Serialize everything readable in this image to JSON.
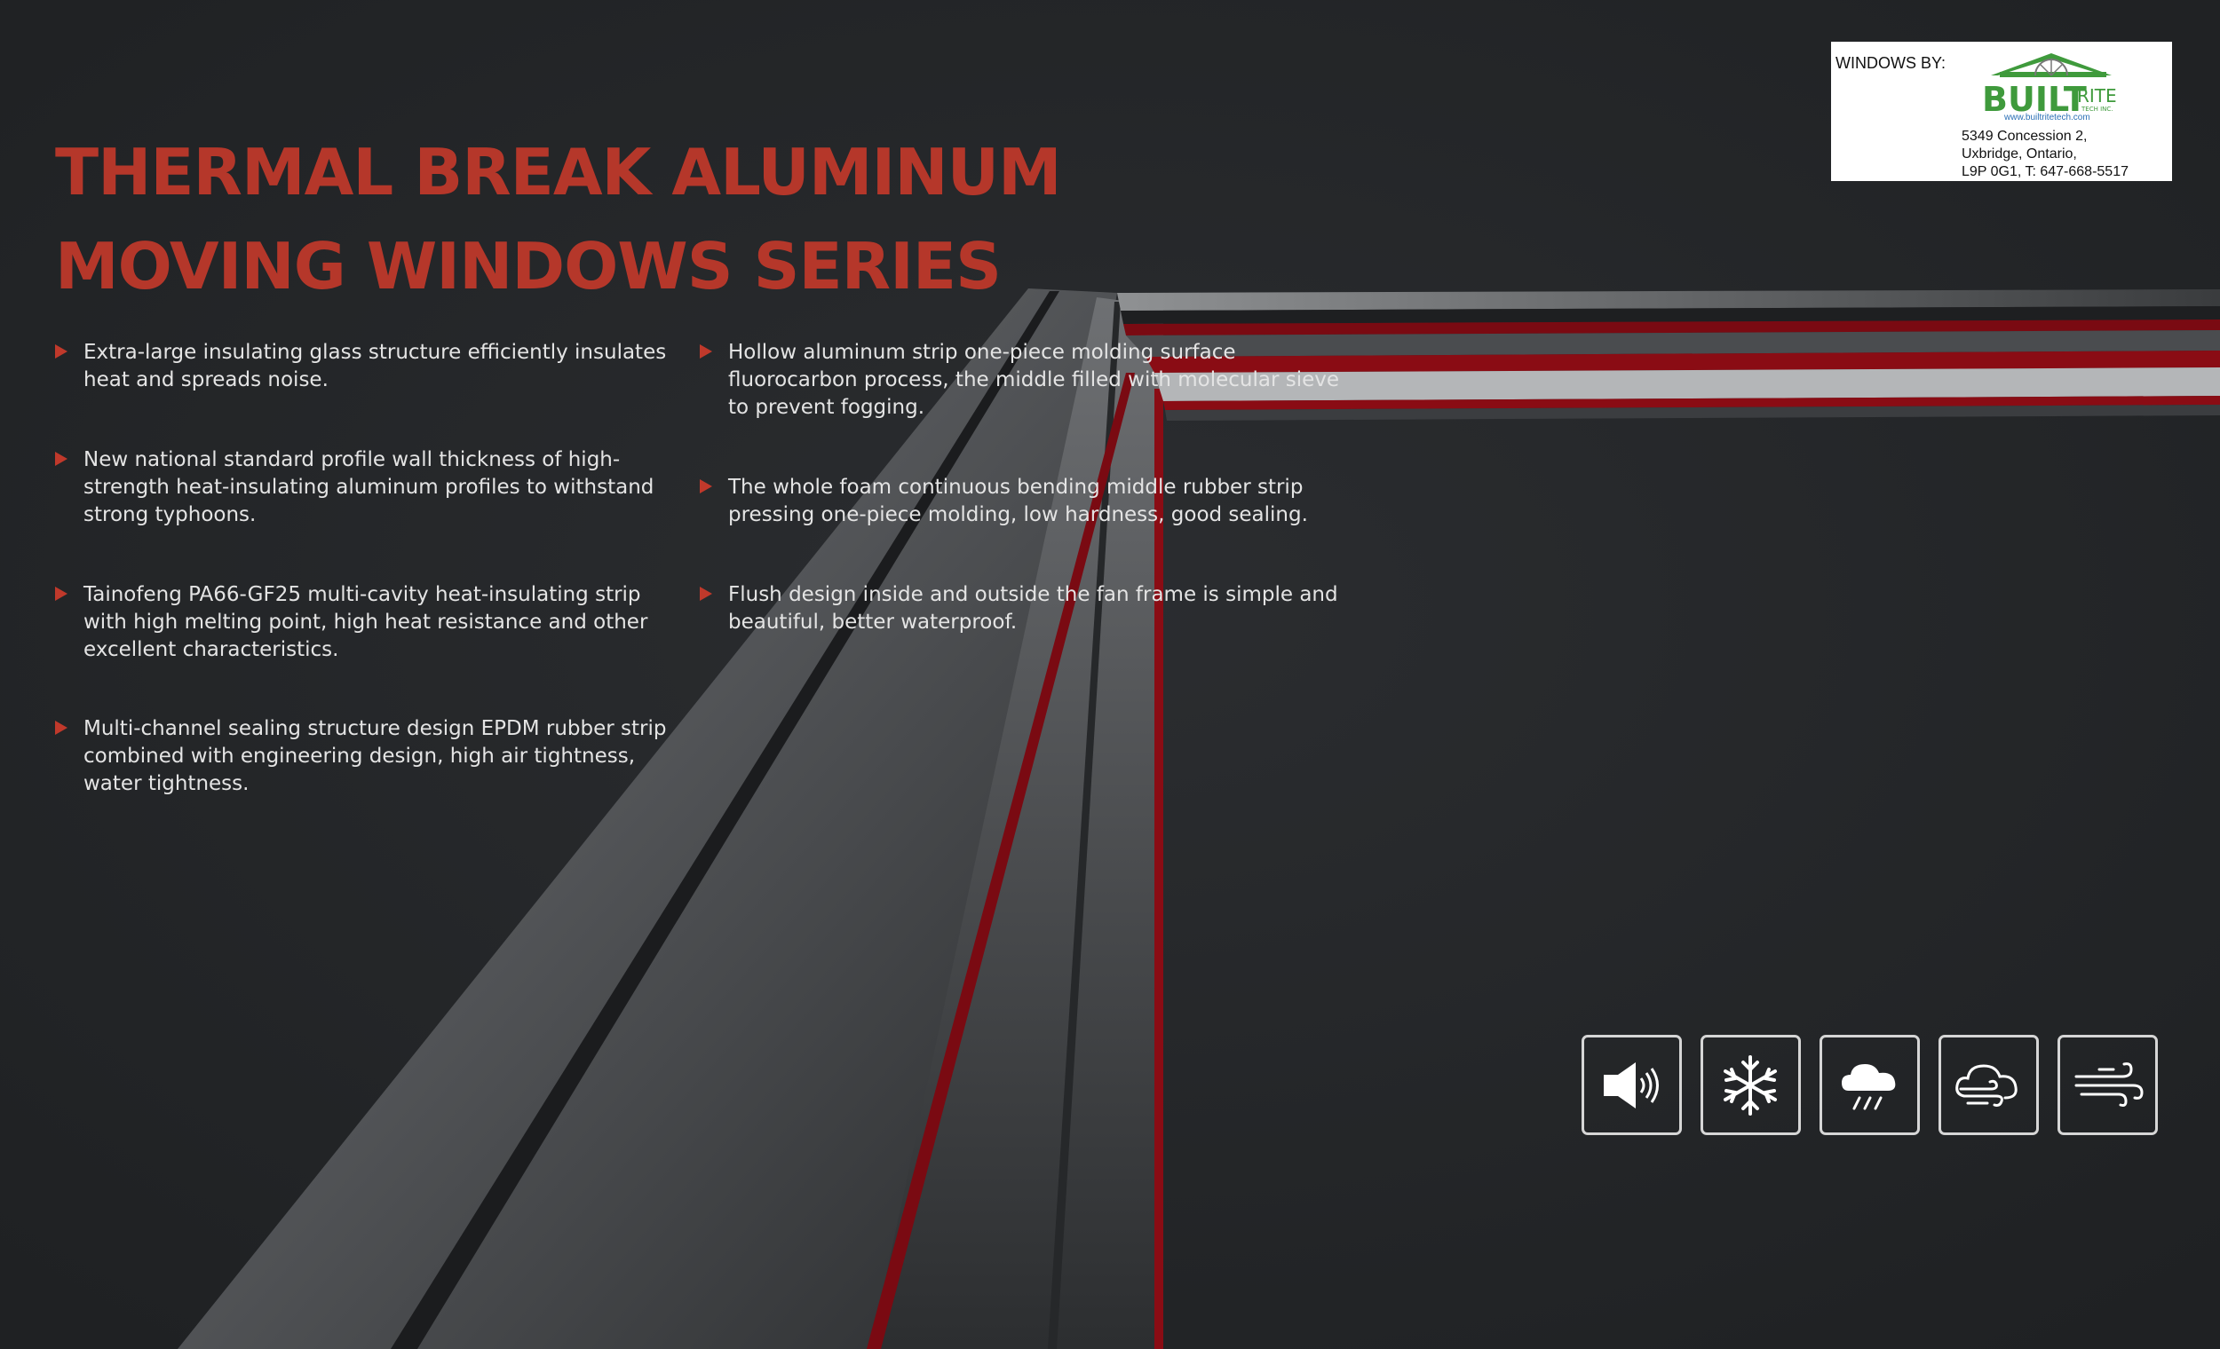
{
  "header": {
    "title_line1": "THERMAL BREAK ALUMINUM",
    "title_line2": "MOVING WINDOWS SERIES"
  },
  "features_left": [
    {
      "text": "Extra-large insulating glass structure efficiently insulates heat and spreads noise."
    },
    {
      "text": "New national standard profile wall thickness of high-strength heat-insulating aluminum profiles to withstand strong typhoons."
    },
    {
      "text": "Tainofeng PA66-GF25 multi-cavity heat-insulating strip with high melting point, high heat resistance and other excellent characteristics."
    },
    {
      "text": "Multi-channel sealing structure design EPDM rubber strip combined with engineering design, high air tightness, water tightness."
    }
  ],
  "features_right": [
    {
      "text": "Hollow aluminum strip one-piece molding surface fluorocarbon process, the middle filled with molecular sieve to prevent fogging."
    },
    {
      "text": "The whole foam continuous bending middle rubber strip pressing one-piece molding, low hardness, good sealing."
    },
    {
      "text": "Flush design inside and outside the fan frame is simple and beautiful, better waterproof."
    }
  ],
  "logo": {
    "caption": "WINDOWS BY:",
    "brand_built": "BUILT",
    "brand_rite": "RITE",
    "brand_tech": "TECH INC.",
    "website": "www.builtritetech.com",
    "address_line1": "5349 Concession 2,",
    "address_line2": "Uxbridge, Ontario,",
    "address_line3": "L9P 0G1, T: 647-668-5517"
  },
  "feature_icons": [
    {
      "name": "sound-insulation-icon"
    },
    {
      "name": "snowflake-icon"
    },
    {
      "name": "rain-cloud-icon"
    },
    {
      "name": "wind-cloud-icon"
    },
    {
      "name": "wind-icon"
    }
  ],
  "colors": {
    "background": "#232527",
    "accent_red": "#b5372a",
    "text": "#e4e4e4",
    "frame_red": "#8a0c14"
  }
}
